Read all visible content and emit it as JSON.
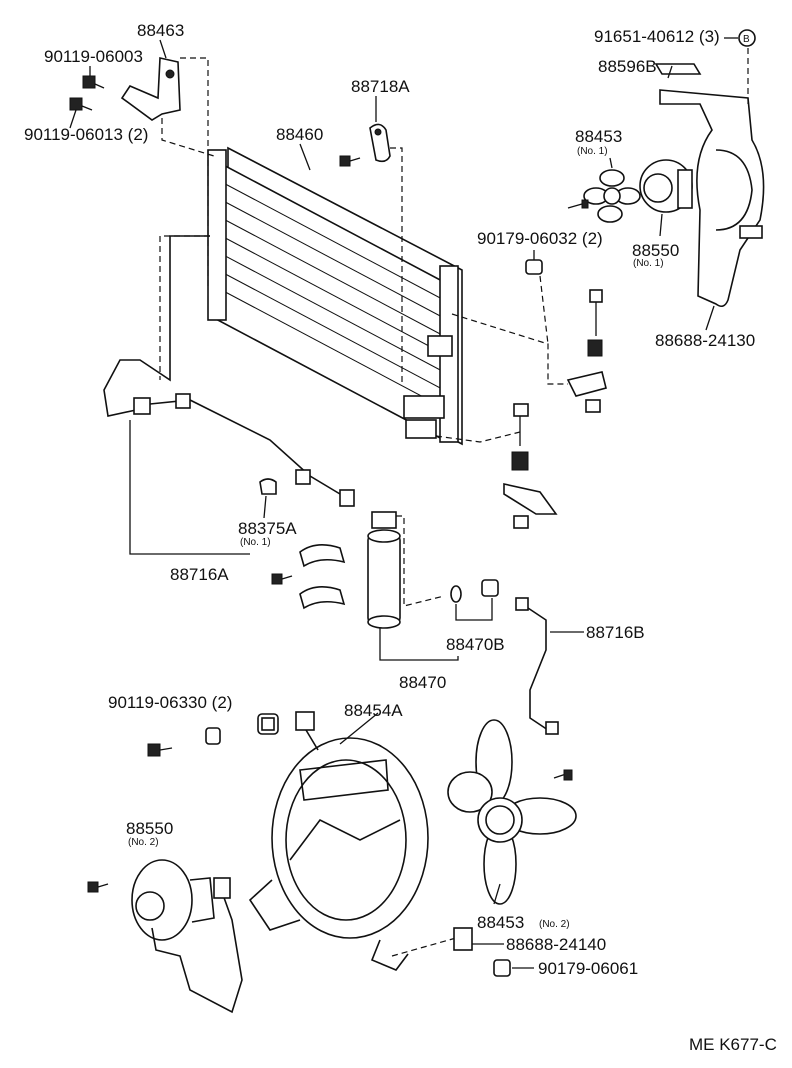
{
  "labels": {
    "p88463": "88463",
    "p90119_06003": "90119-06003",
    "p90119_06013": "90119-06013 (2)",
    "p88718A": "88718A",
    "p88460": "88460",
    "p91651_40612": "91651-40612 (3)",
    "p88596B": "88596B",
    "p88453_top": "88453",
    "p88453_top_sub": "(No. 1)",
    "p90179_06032": "90179-06032 (2)",
    "p88550_top": "88550",
    "p88550_top_sub": "(No. 1)",
    "p88688_24130": "88688-24130",
    "p88375A": "88375A",
    "p88375A_sub": "(No. 1)",
    "p88716A": "88716A",
    "p88470B": "88470B",
    "p88716B": "88716B",
    "p88470": "88470",
    "p90119_06330": "90119-06330 (2)",
    "p88454A": "88454A",
    "p88550_bot": "88550",
    "p88550_bot_sub": "(No. 2)",
    "p88453_bot": "88453",
    "p88453_bot_sub": "(No. 2)",
    "p88688_24140": "88688-24140",
    "p90179_06061": "90179-06061",
    "ref_B": "B",
    "diagram_code": "ME K677-C"
  }
}
